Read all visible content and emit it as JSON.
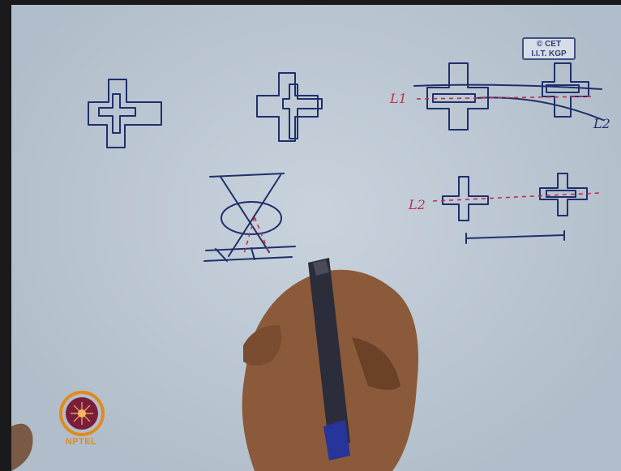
{
  "watermark": {
    "line1": "© CET",
    "line2": "I.I.T. KGP"
  },
  "logo": {
    "text": "NPTEL",
    "color": "#e08a1e"
  },
  "sketch_labels": {
    "l1": "L1",
    "l2_top": "L2",
    "l2_left": "L2"
  },
  "colors": {
    "ink_blue": "#1f2f6b",
    "ink_red": "#c0304a",
    "board": "#bcc9d6"
  },
  "icons": {
    "hand": "hand-icon",
    "marker": "marker-icon"
  }
}
